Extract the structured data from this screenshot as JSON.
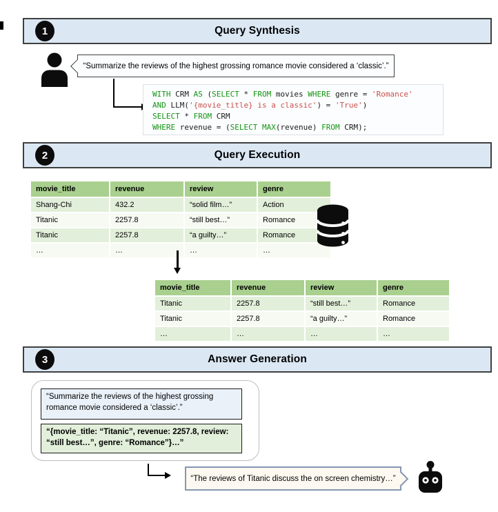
{
  "sections": [
    {
      "number": "1",
      "title": "Query Synthesis"
    },
    {
      "number": "2",
      "title": "Query Execution"
    },
    {
      "number": "3",
      "title": "Answer Generation"
    }
  ],
  "query_synthesis": {
    "user_query": "“Summarize the reviews of the highest grossing romance movie considered a ‘classic’.”",
    "sql": {
      "lines": [
        [
          [
            "WITH",
            "k"
          ],
          [
            " CRM ",
            "p"
          ],
          [
            "AS",
            "k"
          ],
          [
            " (",
            "p"
          ],
          [
            "SELECT",
            "k"
          ],
          [
            " * ",
            "p"
          ],
          [
            "FROM",
            "k"
          ],
          [
            " movies ",
            "p"
          ],
          [
            "WHERE",
            "k"
          ],
          [
            " genre = ",
            "p"
          ],
          [
            "'Romance'",
            "s"
          ]
        ],
        [
          [
            "AND",
            "k"
          ],
          [
            " LLM(",
            "p"
          ],
          [
            "'{movie_title} is a classic'",
            "s"
          ],
          [
            ") = ",
            "p"
          ],
          [
            "'True'",
            "s"
          ],
          [
            ")",
            "p"
          ]
        ],
        [
          [
            "SELECT",
            "k"
          ],
          [
            " * ",
            "p"
          ],
          [
            "FROM",
            "k"
          ],
          [
            " CRM",
            "p"
          ]
        ],
        [
          [
            "WHERE",
            "k"
          ],
          [
            " revenue = (",
            "p"
          ],
          [
            "SELECT",
            "k"
          ],
          [
            " ",
            "p"
          ],
          [
            "MAX",
            "k"
          ],
          [
            "(revenue) ",
            "p"
          ],
          [
            "FROM",
            "k"
          ],
          [
            " CRM);",
            "p"
          ]
        ]
      ]
    }
  },
  "query_execution": {
    "movies_table": {
      "headers": [
        "movie_title",
        "revenue",
        "review",
        "genre"
      ],
      "rows": [
        [
          "Shang-Chi",
          "432.2",
          "“solid film…”",
          "Action"
        ],
        [
          "Titanic",
          "2257.8",
          "“still best…”",
          "Romance"
        ],
        [
          "Titanic",
          "2257.8",
          "“a guilty…”",
          "Romance"
        ],
        [
          "…",
          "…",
          "…",
          "…"
        ]
      ]
    },
    "filtered_table": {
      "headers": [
        "movie_title",
        "revenue",
        "review",
        "genre"
      ],
      "rows": [
        [
          "Titanic",
          "2257.8",
          "“still best…”",
          "Romance"
        ],
        [
          "Titanic",
          "2257.8",
          "“a guilty…”",
          "Romance"
        ],
        [
          "…",
          "…",
          "…",
          "…"
        ]
      ]
    }
  },
  "answer_generation": {
    "question": "“Summarize the reviews of the highest grossing romance movie considered a ‘classic’.”",
    "retrieved_record": "“{movie_title: “Titanic”, revenue: 2257.8, review: “still best…”, genre: “Romance”}…”",
    "final_answer": "“The reviews of Titanic discuss the on screen chemistry…”"
  },
  "icons": {
    "user": "user-icon",
    "database": "database-icon",
    "robot": "robot-icon"
  },
  "colors": {
    "header_bar_fill": "#dbe8f4",
    "header_bar_border": "#3f3f3f",
    "table_header_fill": "#a9d08e",
    "table_band_fill": "#e2efda",
    "sql_keyword_green": "#149414",
    "sql_string_red": "#c9504c",
    "answer_bubble_fill": "#fdf8f0",
    "answer_bubble_border": "#8496b0"
  }
}
